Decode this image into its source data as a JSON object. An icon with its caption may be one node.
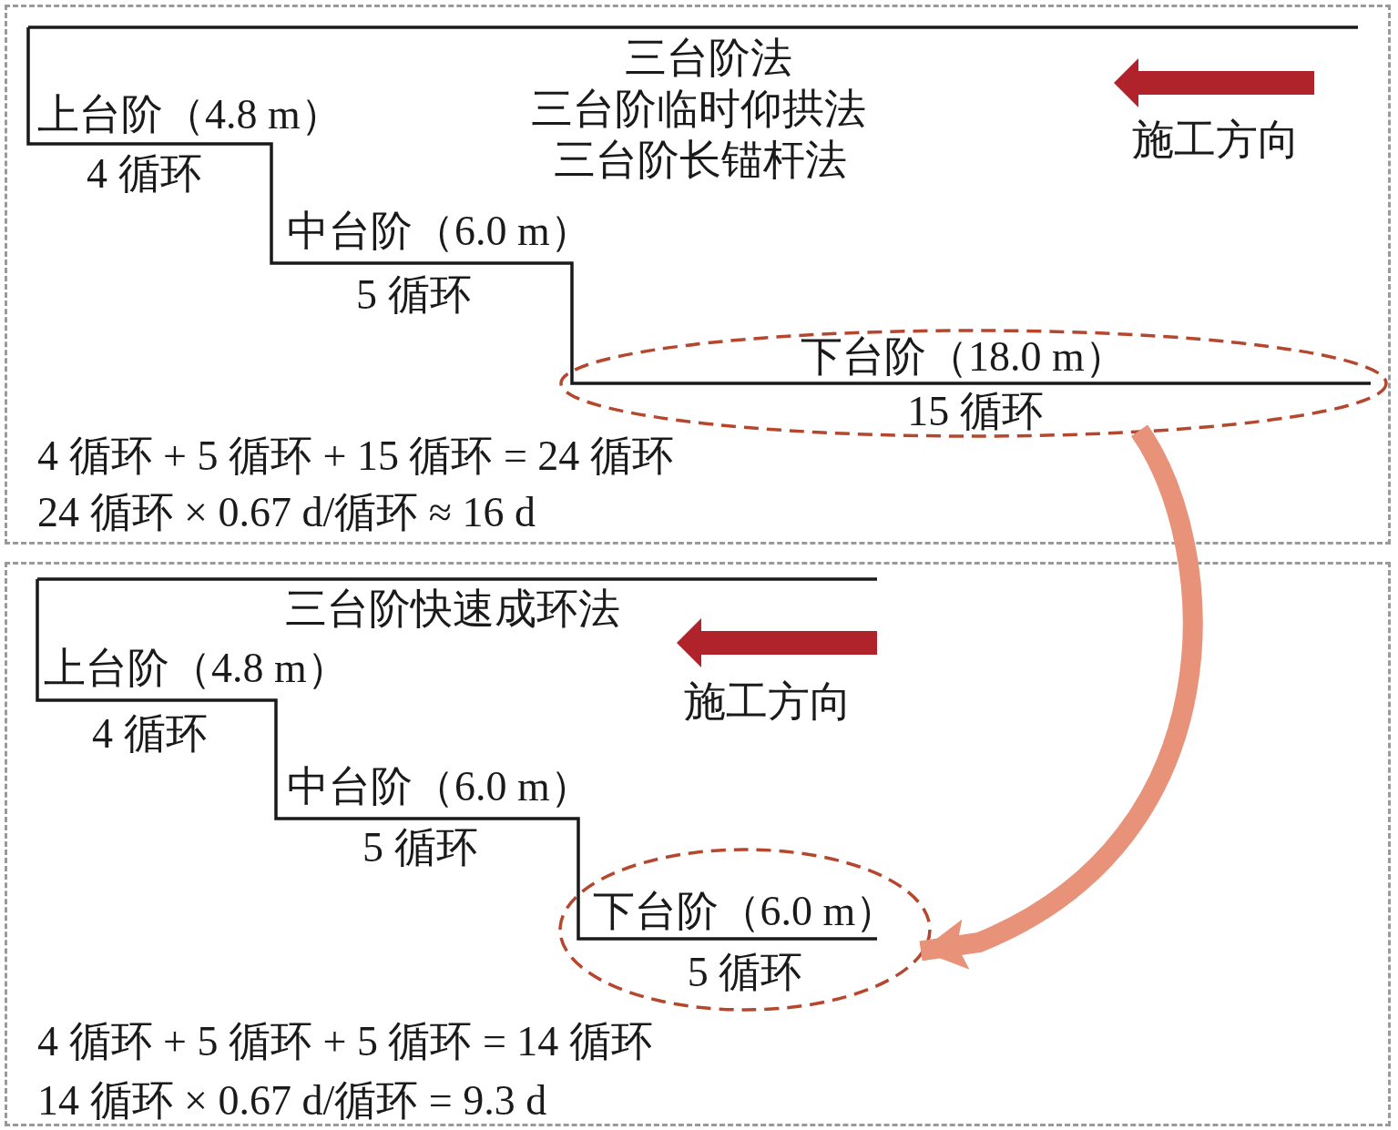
{
  "diagram": {
    "nodes": [
      {
        "text": [],
        "shape": "box"
      },
      {
        "text": [],
        "shape": "box"
      },
      {
        "text": [
          "下台阶（18.0 m）",
          "15 循环"
        ],
        "in": 0
      },
      {
        "text": [
          "下台阶（6.0 m）",
          "5 循环"
        ],
        "in": 1
      }
    ],
    "edges": [
      {
        "from": 2,
        "to": 3,
        "arrow": "to",
        "color": "#e8927a"
      }
    ],
    "labels": [
      "三台阶法",
      "三台阶临时仰拱法",
      "三台阶长锚杆法",
      "上台阶（4.8 m）",
      "施工方向",
      "4 循环",
      "中台阶（6.0 m）",
      "5 循环",
      "4 循环 + 5 循环 + 15 循环 = 24 循环",
      "24 循环 × 0.67 d/循环 ≈ 16 d",
      "三台阶快速成环法",
      "上台阶（4.8 m）",
      "施工方向",
      "4 循环",
      "中台阶（6.0 m）",
      "5 循环",
      "4 循环 + 5 循环 + 5 循环 = 14 循环",
      "14 循环 × 0.67 d/循环 = 9.3 d"
    ]
  }
}
